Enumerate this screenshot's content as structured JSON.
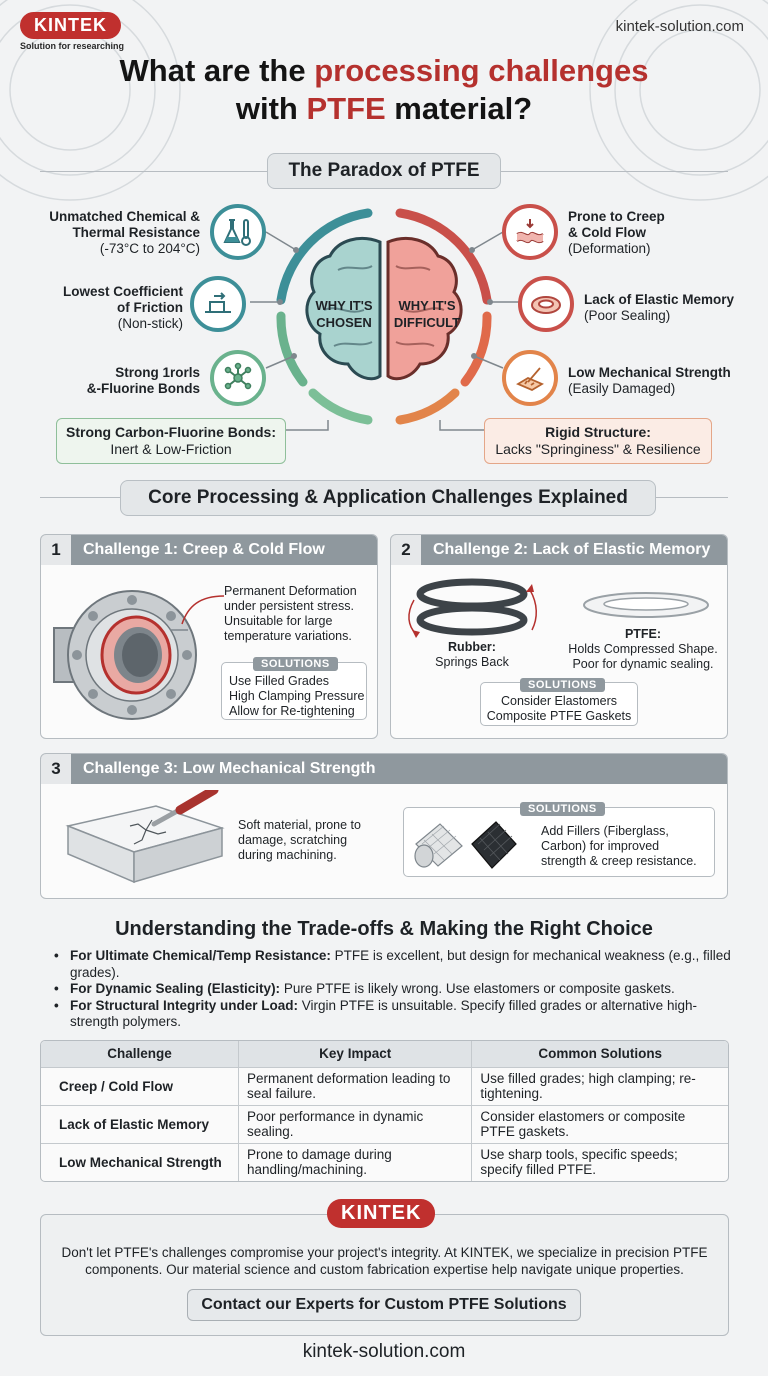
{
  "header": {
    "logo": "KINTEK",
    "tagline": "Solution for researching",
    "site": "kintek-solution.com",
    "title_part1": "What are the ",
    "title_highlight1": "processing challenges",
    "title_part2": "with ",
    "title_highlight2": "PTFE",
    "title_part3": " material?"
  },
  "paradox": {
    "heading": "The Paradox of PTFE",
    "brain_left": [
      "WHY IT'S",
      "CHOSEN"
    ],
    "brain_right": [
      "WHY IT'S",
      "DIFFICULT"
    ],
    "left_items": [
      {
        "title1": "Unmatched Chemical &",
        "title2": "Thermal Resistance",
        "sub": "(-73°C to 204°C)",
        "icon": "chemistry-flask-thermometer-icon"
      },
      {
        "title1": "Lowest Coefficient",
        "title2": "of Friction",
        "sub": "(Non-stick)",
        "icon": "sliding-block-icon"
      },
      {
        "title1": "Strong 1rorls",
        "title2": "&-Fluorine Bonds",
        "sub": "",
        "icon": "molecule-icon"
      }
    ],
    "right_items": [
      {
        "title1": "Prone to Creep",
        "title2": "& Cold Flow",
        "sub": "(Deformation)",
        "icon": "deformation-icon"
      },
      {
        "title1": "Lack of Elastic Memory",
        "title2": "",
        "sub": "(Poor Sealing)",
        "icon": "ring-gasket-icon"
      },
      {
        "title1": "Low Mechanical Strength",
        "title2": "",
        "sub": "(Easily Damaged)",
        "icon": "scratch-icon"
      }
    ],
    "summary_left_title": "Strong Carbon-Fluorine Bonds:",
    "summary_left_sub": "Inert & Low-Friction",
    "summary_right_title": "Rigid Structure:",
    "summary_right_sub": "Lacks \"Springiness\" & Resilience"
  },
  "challenges": {
    "heading": "Core Processing & Application Challenges Explained",
    "c1": {
      "num": "1",
      "title": "Challenge 1: Creep & Cold Flow",
      "desc": [
        "Permanent Deformation",
        "under persistent stress.",
        "Unsuitable for large",
        "temperature variations."
      ],
      "solutions_label": "SOLUTIONS",
      "solutions": [
        "Use Filled Grades",
        "High Clamping Pressure",
        "Allow for Re-tightening"
      ]
    },
    "c2": {
      "num": "2",
      "title": "Challenge 2: Lack of Elastic Memory",
      "rubber_title": "Rubber:",
      "rubber_sub": "Springs Back",
      "ptfe_title": "PTFE:",
      "ptfe_sub1": "Holds Compressed Shape.",
      "ptfe_sub2": "Poor for dynamic sealing.",
      "solutions_label": "SOLUTIONS",
      "solutions": [
        "Consider Elastomers",
        "Composite PTFE Gaskets"
      ]
    },
    "c3": {
      "num": "3",
      "title": "Challenge 3: Low Mechanical Strength",
      "desc": [
        "Soft material, prone to",
        "damage, scratching",
        "during machining."
      ],
      "solutions_label": "SOLUTIONS",
      "solutions": [
        "Add Fillers (Fiberglass,",
        "Carbon) for improved",
        "strength & creep resistance."
      ]
    }
  },
  "tradeoffs": {
    "heading": "Understanding the Trade-offs & Making the Right Choice",
    "items": [
      {
        "bold": "For Ultimate Chemical/Temp Resistance:",
        "text": " PTFE is excellent, but design for mechanical weakness (e.g., filled grades)."
      },
      {
        "bold": "For Dynamic Sealing (Elasticity):",
        "text": " Pure PTFE is likely wrong. Use elastomers or composite gaskets."
      },
      {
        "bold": "For Structural Integrity under Load:",
        "text": " Virgin PTFE is unsuitable. Specify filled grades or alternative high-strength polymers."
      }
    ]
  },
  "table": {
    "headers": [
      "Challenge",
      "Key Impact",
      "Common Solutions"
    ],
    "rows": [
      [
        "Creep / Cold Flow",
        "Permanent deformation leading to seal failure.",
        "Use filled grades; high clamping; re-tightening."
      ],
      [
        "Lack of Elastic Memory",
        "Poor performance in dynamic sealing.",
        "Consider elastomers or composite PTFE gaskets."
      ],
      [
        "Low Mechanical Strength",
        "Prone to damage during handling/machining.",
        "Use sharp tools, specific speeds; specify filled PTFE."
      ]
    ]
  },
  "footer": {
    "logo": "KINTEK",
    "text": "Don't let PTFE's challenges compromise your project's integrity. At KINTEK, we specialize in precision PTFE components. Our material science and custom fabrication expertise help navigate unique properties.",
    "cta": "Contact our Experts for Custom PTFE Solutions",
    "site": "kintek-solution.com"
  },
  "colors": {
    "accent": "#b5312e",
    "teal": "#3d8f98",
    "green": "#6ab28d",
    "red": "#c9504a",
    "orange": "#e2844a",
    "card_header": "#8f989e"
  }
}
